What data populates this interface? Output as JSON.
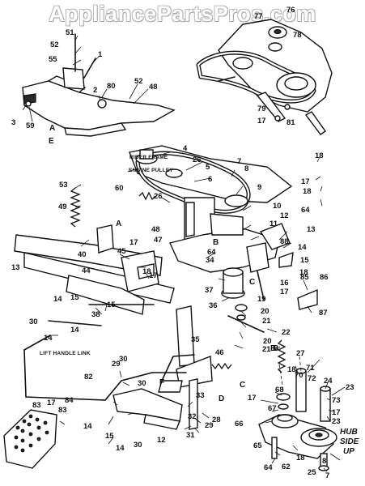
{
  "watermark": "AppliancePartsPros.com",
  "labels": {
    "rider_frame": "RIDER FRAME",
    "engine_pulley": "ENGINE PULLEY",
    "lift_handle_link": "LIFT HANDLE LINK",
    "hub_side_up": [
      "HUB",
      "SIDE",
      "UP"
    ]
  },
  "letters": [
    "A",
    "E",
    "A",
    "B",
    "C",
    "B",
    "F",
    "D",
    "C",
    "B"
  ],
  "part_numbers": [
    "51",
    "52",
    "55",
    "1",
    "3",
    "59",
    "2",
    "80",
    "52",
    "48",
    "76",
    "77",
    "78",
    "79",
    "17",
    "81",
    "4",
    "26",
    "5",
    "6",
    "7",
    "8",
    "18",
    "17",
    "18",
    "9",
    "64",
    "53",
    "49",
    "60",
    "26",
    "10",
    "11",
    "12",
    "13",
    "14",
    "15",
    "88",
    "48",
    "47",
    "64",
    "34",
    "40",
    "45",
    "17",
    "18",
    "17",
    "44",
    "13",
    "14",
    "15",
    "16",
    "17",
    "18",
    "85",
    "86",
    "87",
    "37",
    "36",
    "19",
    "20",
    "21",
    "22",
    "20",
    "21",
    "38",
    "15",
    "14",
    "30",
    "14",
    "35",
    "27",
    "18",
    "71",
    "72",
    "24",
    "23",
    "73",
    "17",
    "23",
    "29",
    "30",
    "30",
    "46",
    "17",
    "67",
    "66",
    "68",
    "70",
    "8",
    "7",
    "25",
    "62",
    "18",
    "65",
    "64",
    "82",
    "83",
    "17",
    "84",
    "83",
    "14",
    "15",
    "30",
    "14",
    "12",
    "32",
    "31",
    "29",
    "28",
    "33"
  ]
}
